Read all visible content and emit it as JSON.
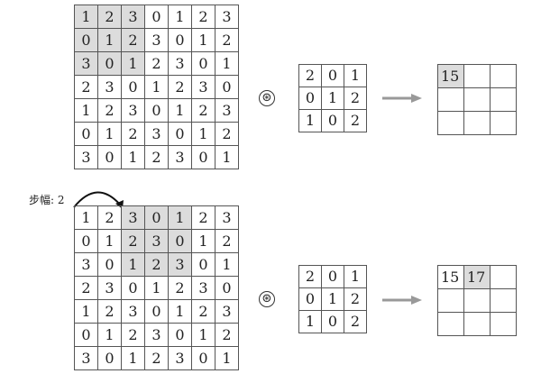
{
  "stride_label": "步幅: 2",
  "operator_symbol": "⊛",
  "panels": [
    {
      "input": [
        [
          "1",
          "2",
          "3",
          "0",
          "1",
          "2",
          "3"
        ],
        [
          "0",
          "1",
          "2",
          "3",
          "0",
          "1",
          "2"
        ],
        [
          "3",
          "0",
          "1",
          "2",
          "3",
          "0",
          "1"
        ],
        [
          "2",
          "3",
          "0",
          "1",
          "2",
          "3",
          "0"
        ],
        [
          "1",
          "2",
          "3",
          "0",
          "1",
          "2",
          "3"
        ],
        [
          "0",
          "1",
          "2",
          "3",
          "0",
          "1",
          "2"
        ],
        [
          "3",
          "0",
          "1",
          "2",
          "3",
          "0",
          "1"
        ]
      ],
      "highlight_cols": [
        0,
        1,
        2
      ],
      "kernel": [
        [
          "2",
          "0",
          "1"
        ],
        [
          "0",
          "1",
          "2"
        ],
        [
          "1",
          "0",
          "2"
        ]
      ],
      "output": [
        [
          "15",
          "",
          ""
        ],
        [
          "",
          "",
          ""
        ],
        [
          "",
          "",
          ""
        ]
      ],
      "output_highlight": [
        [
          0,
          0
        ]
      ]
    },
    {
      "input": [
        [
          "1",
          "2",
          "3",
          "0",
          "1",
          "2",
          "3"
        ],
        [
          "0",
          "1",
          "2",
          "3",
          "0",
          "1",
          "2"
        ],
        [
          "3",
          "0",
          "1",
          "2",
          "3",
          "0",
          "1"
        ],
        [
          "2",
          "3",
          "0",
          "1",
          "2",
          "3",
          "0"
        ],
        [
          "1",
          "2",
          "3",
          "0",
          "1",
          "2",
          "3"
        ],
        [
          "0",
          "1",
          "2",
          "3",
          "0",
          "1",
          "2"
        ],
        [
          "3",
          "0",
          "1",
          "2",
          "3",
          "0",
          "1"
        ]
      ],
      "highlight_cols": [
        2,
        3,
        4
      ],
      "kernel": [
        [
          "2",
          "0",
          "1"
        ],
        [
          "0",
          "1",
          "2"
        ],
        [
          "1",
          "0",
          "2"
        ]
      ],
      "output": [
        [
          "15",
          "17",
          ""
        ],
        [
          "",
          "",
          ""
        ],
        [
          "",
          "",
          ""
        ]
      ],
      "output_highlight": [
        [
          0,
          1
        ]
      ]
    }
  ]
}
